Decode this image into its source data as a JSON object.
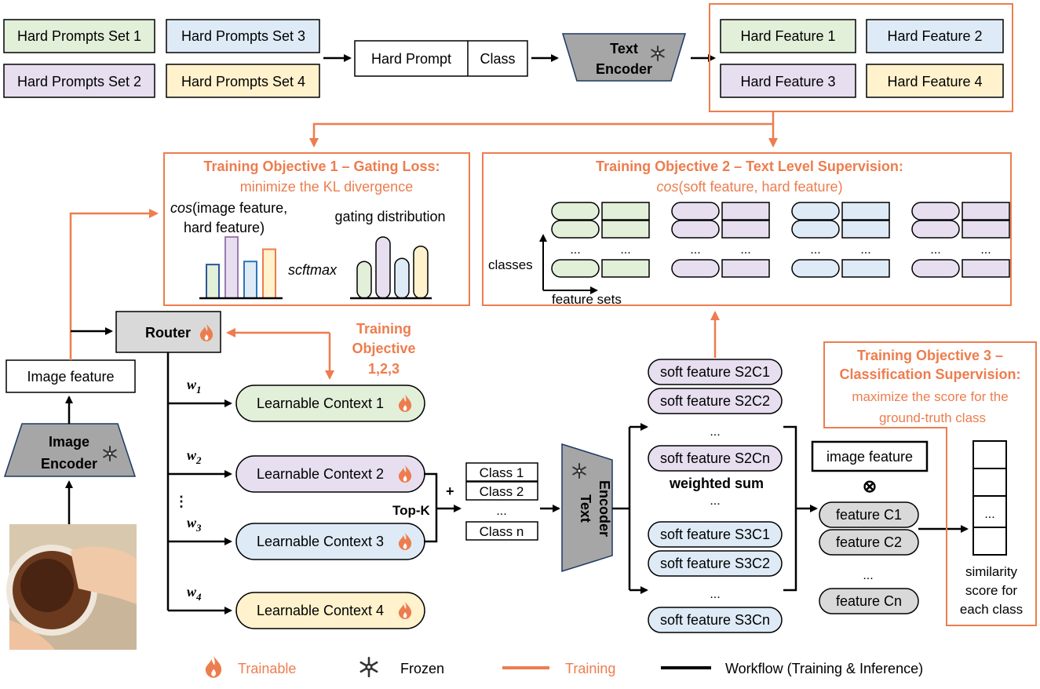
{
  "colors": {
    "orange": "#ED7D4E",
    "green": "#E2EFD9",
    "blue": "#DEEBF7",
    "purple": "#E7DEF0",
    "yellow": "#FFF2CC",
    "gray": "#D9D9D9"
  },
  "hard_prompts": [
    "Hard Prompts Set 1",
    "Hard Prompts Set 2",
    "Hard Prompts Set 3",
    "Hard Prompts  Set 4"
  ],
  "prompt_box": {
    "hard_prompt": "Hard Prompt",
    "class": "Class"
  },
  "text_encoder_top": "Text\nEncoder",
  "hard_features": [
    "Hard Feature 1",
    "Hard Feature 2",
    "Hard Feature 3",
    "Hard Feature 4"
  ],
  "objective1": {
    "title": "Training Objective 1 – Gating Loss:",
    "subtitle": "minimize the KL divergence",
    "cos_prefix": "cos",
    "cos_rest": "(image feature,",
    "cos_line2": "hard feature)",
    "gating": "gating distribution",
    "softmax": "scftmax",
    "bars_left": [
      0.55,
      1.0,
      0.6,
      0.8
    ],
    "bars_right": [
      0.6,
      1.0,
      0.65,
      0.85
    ]
  },
  "objective2": {
    "title": "Training Objective 2 – Text Level Supervision:",
    "subtitle_italic": "cos",
    "subtitle_rest": "(soft feature, hard feature)",
    "classes_label": "classes",
    "feature_sets_label": "feature sets",
    "dots": "..."
  },
  "router": "Router",
  "image_feature": "Image feature",
  "image_encoder": "Image\nEncoder",
  "objective_label": [
    "Training",
    "Objective",
    "1,2,3"
  ],
  "weights": [
    "w",
    "w",
    "w",
    "w"
  ],
  "weight_subs": [
    "1",
    "2",
    "3",
    "4"
  ],
  "contexts": [
    "Learnable Context 1",
    "Learnable Context 2",
    "Learnable Context 3",
    "Learnable Context 4"
  ],
  "vdots": "⋮",
  "topk": "Top-K",
  "plus": "+",
  "classes": [
    "Class 1",
    "Class 2",
    "...",
    "Class n"
  ],
  "text_encoder_mid": "Text\nEncoder",
  "soft_features_top": [
    "soft feature S2C1",
    "soft feature S2C2",
    "...",
    "soft feature S2Cn"
  ],
  "weighted_sum": "weighted sum",
  "soft_features_bottom": [
    "soft feature S3C1",
    "soft feature S3C2",
    "...",
    "soft feature S3Cn"
  ],
  "ellipsis_mid": "...",
  "image_feature_2": "image feature",
  "otimes": "⊗",
  "features_c": [
    "feature C1",
    "feature C2",
    "...",
    "feature Cn"
  ],
  "objective3": {
    "title": [
      "Training Objective 3 –",
      "Classification Supervision:"
    ],
    "subtitle": [
      "maximize the score for the",
      "ground-truth class"
    ]
  },
  "similarity": [
    "similarity",
    "score for",
    "each class"
  ],
  "score_dots": "...",
  "legend": {
    "trainable": "Trainable",
    "frozen": "Frozen",
    "training": "Training",
    "workflow": "Workflow (Training & Inference)"
  }
}
